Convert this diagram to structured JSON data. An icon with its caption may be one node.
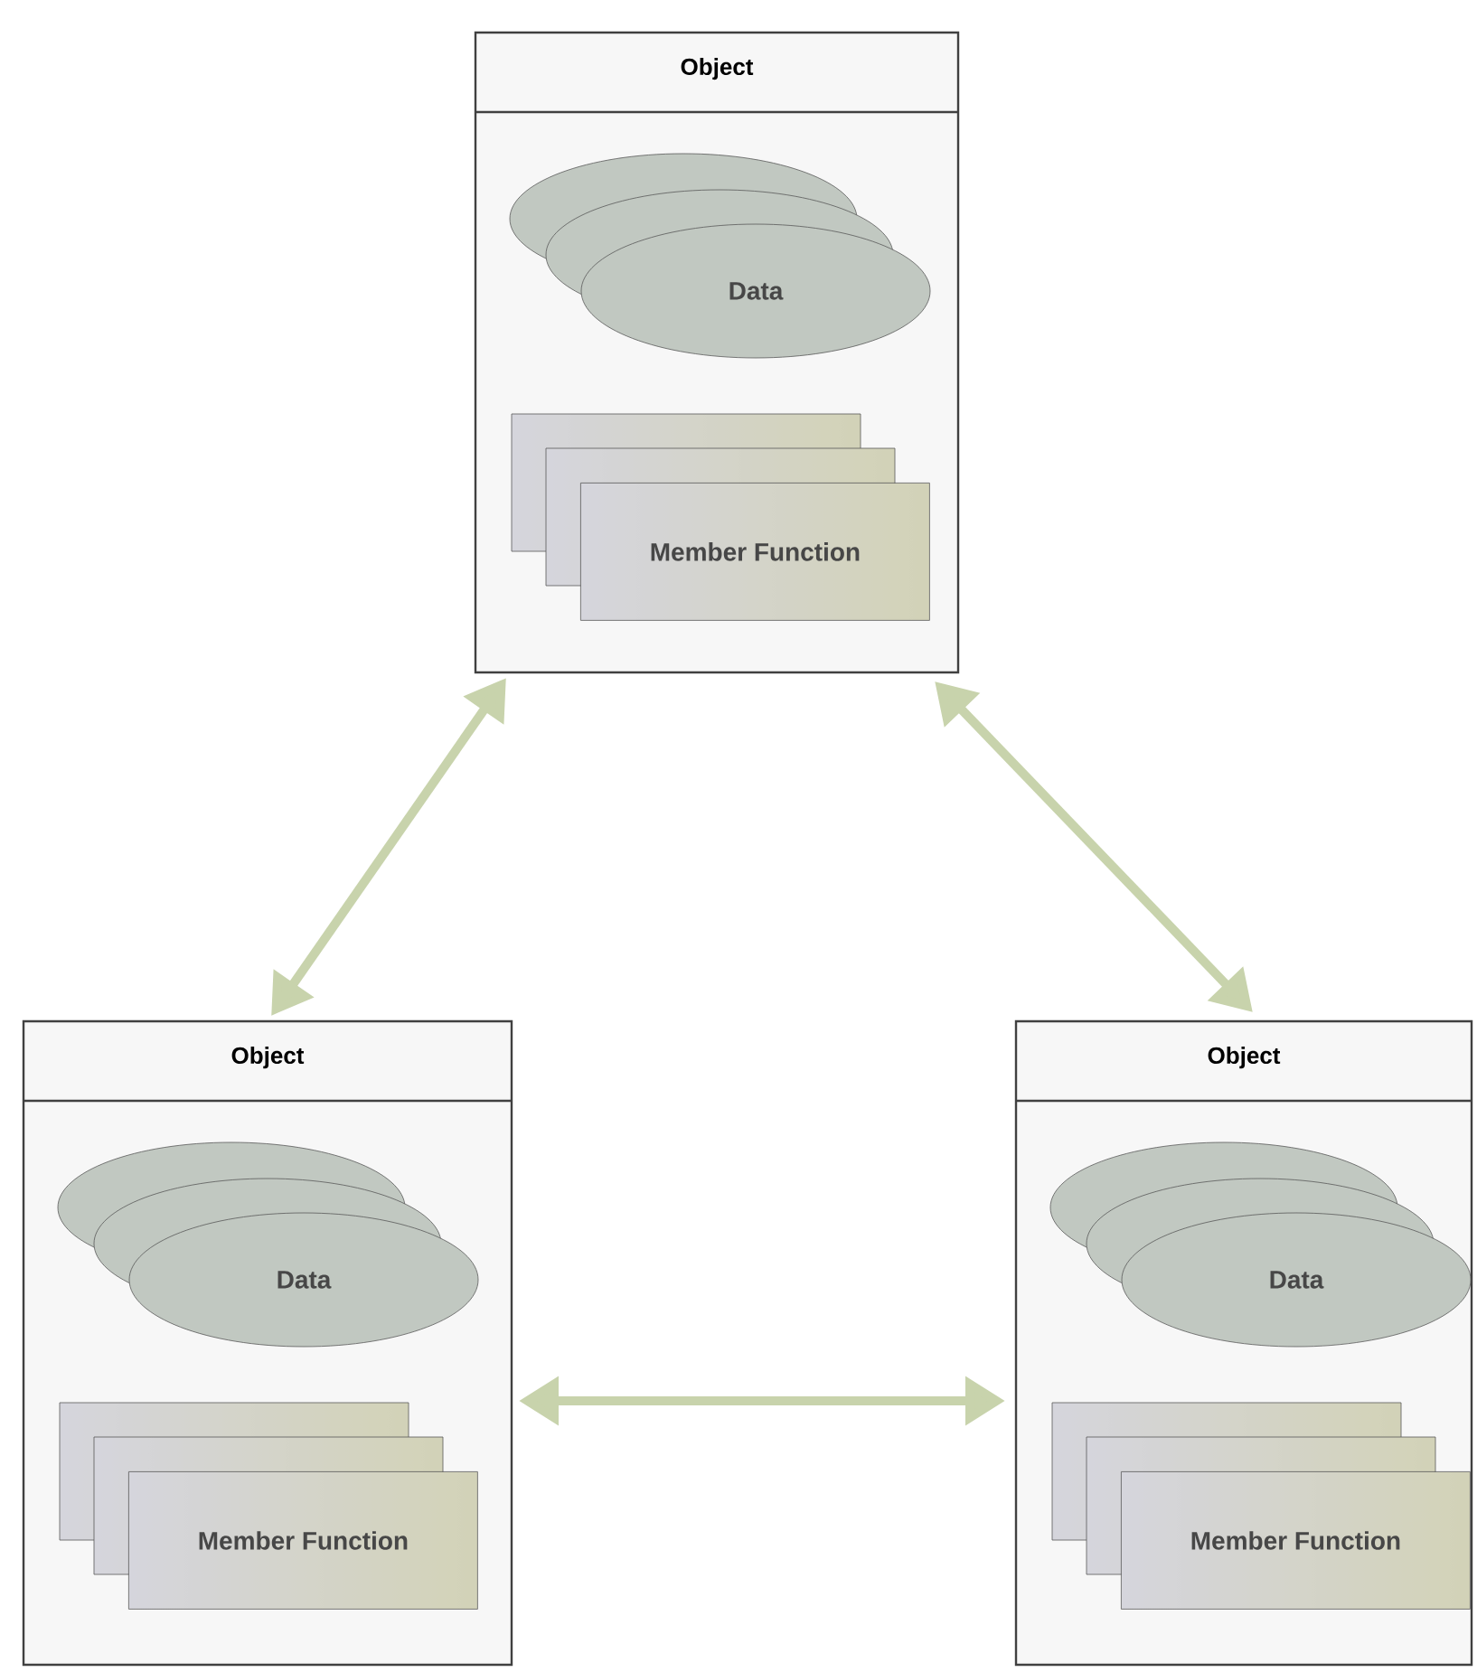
{
  "diagram": {
    "nodes": [
      {
        "text": [
          "Object"
        ]
      },
      {
        "text": [
          "Data"
        ],
        "in": 0
      },
      {
        "text": [
          "Member Function"
        ],
        "in": 0
      },
      {
        "text": [
          "Object"
        ]
      },
      {
        "text": [
          "Data"
        ],
        "in": 3
      },
      {
        "text": [
          "Member Function"
        ],
        "in": 3
      },
      {
        "text": [
          "Object"
        ]
      },
      {
        "text": [
          "Data"
        ],
        "in": 6
      },
      {
        "text": [
          "Member Function"
        ],
        "in": 6
      }
    ],
    "edges": [
      {
        "from": 0,
        "to": 3,
        "arrow": "both"
      },
      {
        "from": 0,
        "to": 6,
        "arrow": "both"
      },
      {
        "from": 3,
        "to": 6,
        "arrow": "both"
      }
    ]
  }
}
